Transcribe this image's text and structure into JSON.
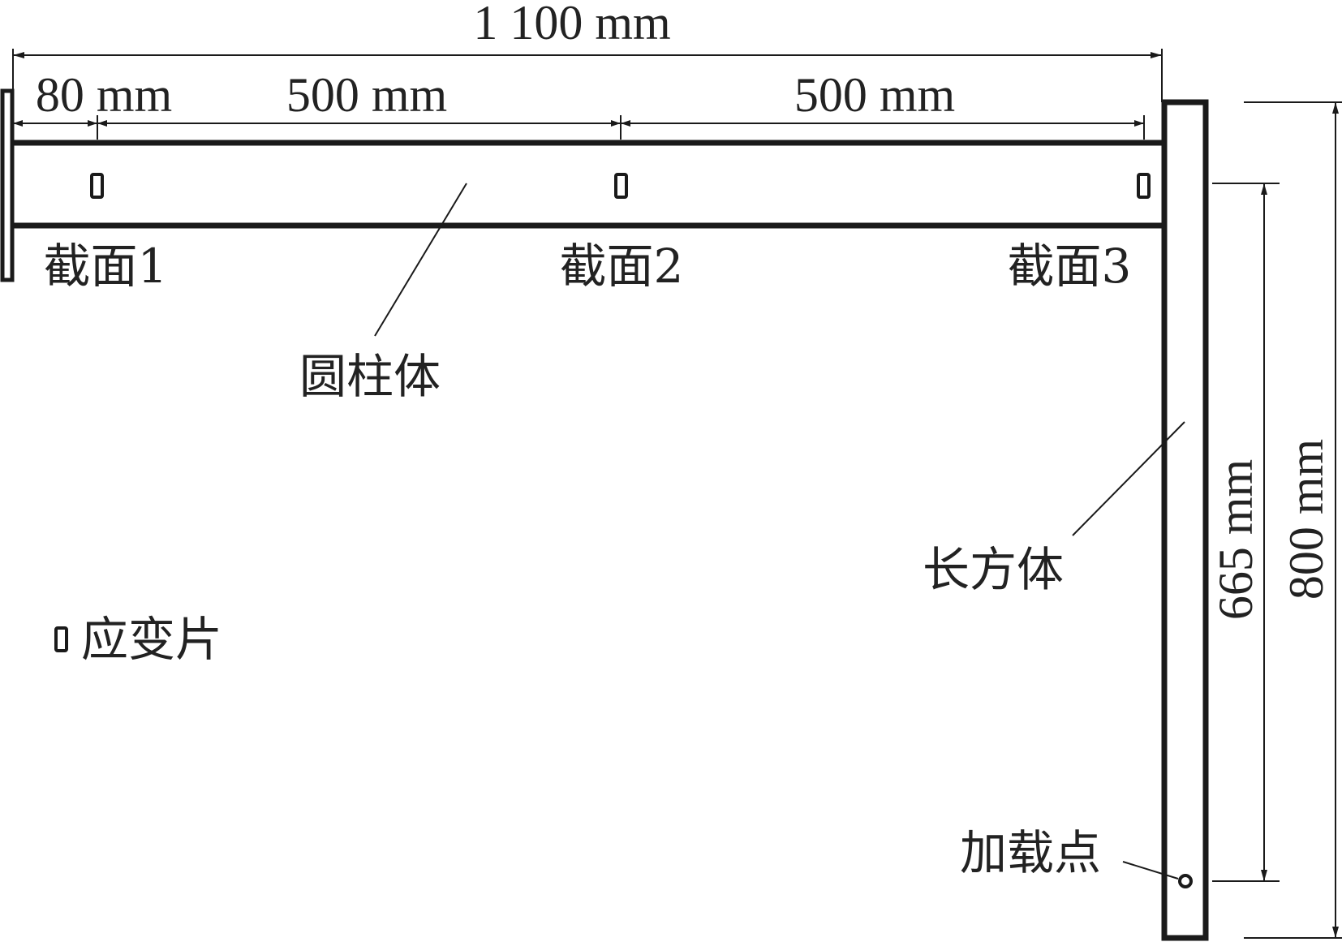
{
  "dimensions": {
    "overall_length": "1 100 mm",
    "segment_1": "80 mm",
    "segment_2": "500 mm",
    "segment_3": "500 mm",
    "load_height": "665 mm",
    "block_height": "800 mm"
  },
  "sections": {
    "section_1": "截面1",
    "section_2": "截面2",
    "section_3": "截面3"
  },
  "parts": {
    "cylinder": "圆柱体",
    "cuboid": "长方体",
    "load_point": "加载点"
  },
  "legend": {
    "strain_gauge": "应变片"
  }
}
